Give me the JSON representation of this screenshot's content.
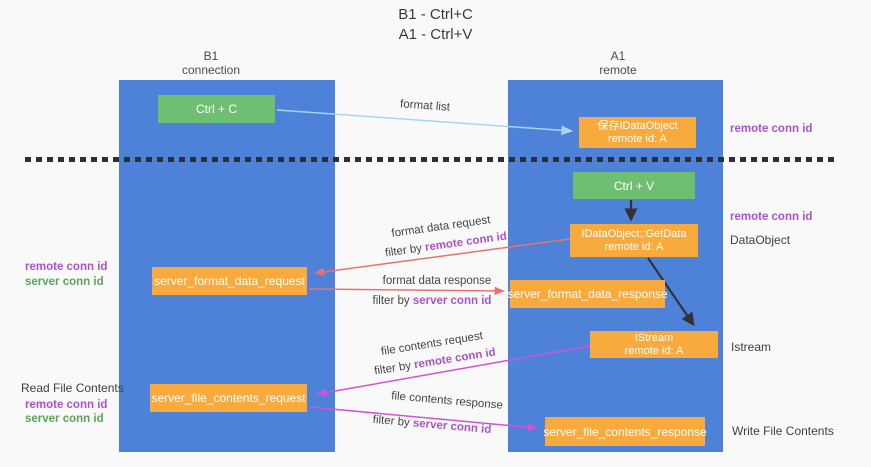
{
  "title": {
    "line1": "B1 - Ctrl+C",
    "line2": "A1 - Ctrl+V"
  },
  "lifelines": {
    "left": {
      "name": "B1",
      "role": "connection"
    },
    "right": {
      "name": "A1",
      "role": "remote"
    }
  },
  "nodes": {
    "ctrl_c": {
      "label": "Ctrl + C"
    },
    "save_idataobject": {
      "line1": "保存IDataObject",
      "line2": "remote id: A"
    },
    "ctrl_v": {
      "label": "Ctrl + V"
    },
    "idataobject_getdata": {
      "line1": "IDataObject::GetData",
      "line2": "remote id: A"
    },
    "server_format_data_request": {
      "label": "server_format_data_request"
    },
    "server_format_data_response": {
      "label": "server_format_data_response"
    },
    "istream": {
      "line1": "IStream",
      "line2": "remote id: A"
    },
    "server_file_contents_request": {
      "label": "server_file_contents_request"
    },
    "server_file_contents_response": {
      "label": "server_file_contents_response"
    }
  },
  "arrow_labels": {
    "format_list": "format list",
    "format_data_request": "format data request",
    "format_data_response": "format data response",
    "file_contents_request": "file contents request",
    "file_contents_response": "file contents response",
    "filter_by": "filter by ",
    "remote_conn_id": "remote conn id",
    "server_conn_id": "server conn id"
  },
  "annotations": {
    "right_remote_conn_id_top": "remote conn id",
    "right_remote_conn_id_mid": "remote conn id",
    "right_dataobject": "DataObject",
    "right_istream": "Istream",
    "right_write_file_contents": "Write File Contents",
    "left_remote_conn_id_mid": "remote conn id",
    "left_server_conn_id_mid": "server conn id",
    "left_read_file_contents": "Read File Contents",
    "left_remote_conn_id_bottom": "remote conn id",
    "left_server_conn_id_bottom": "server conn id"
  },
  "colors": {
    "lifeline_blue": "#4d82d8",
    "key_green": "#6fbf72",
    "message_orange": "#f8ab3c",
    "arrow_blue": "#a9d3f1",
    "arrow_red": "#e87272",
    "arrow_magenta": "#d054d2",
    "arrow_black": "#333333",
    "conn_id_purple": "#a855c8",
    "conn_id_green": "#58a55c"
  }
}
